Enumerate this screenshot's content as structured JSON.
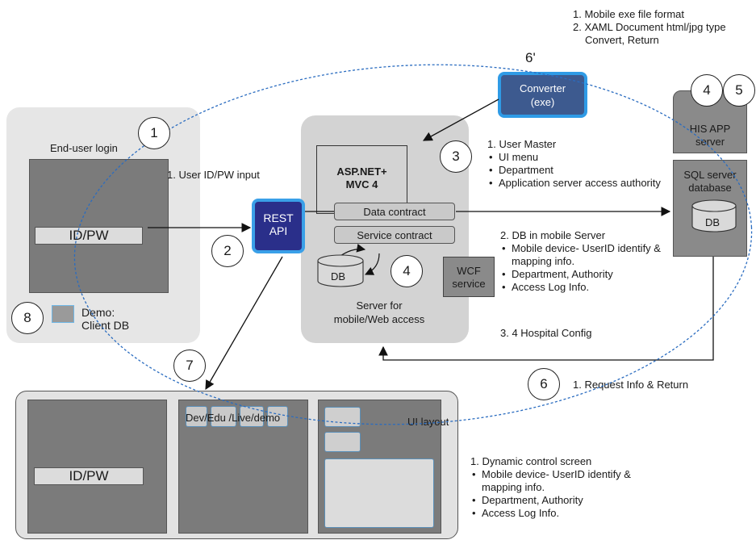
{
  "top_notes": [
    "1. Mobile exe file format",
    "2. XAML Document html/jpg type",
    "Convert, Return"
  ],
  "converter": {
    "step": "6'",
    "label_line1": "Converter",
    "label_line2": "(exe)"
  },
  "login_panel": {
    "title": "End-user login",
    "idpw": "ID/PW",
    "demo_line1": "Demo:",
    "demo_line2": "Client DB",
    "step_1": "1",
    "step_8": "8"
  },
  "rest_api": {
    "line1": "REST",
    "line2": "API",
    "step_2": "2",
    "input_note": "1. User ID/PW input"
  },
  "server": {
    "asp_line1": "ASP.NET+",
    "asp_line2": "MVC 4",
    "data_contract": "Data contract",
    "service_contract": "Service contract",
    "db": "DB",
    "step_4": "4",
    "wcf_line1": "WCF",
    "wcf_line2": "service",
    "caption_line1": "Server for",
    "caption_line2": "mobile/Web access",
    "step_3": "3"
  },
  "his": {
    "step_4": "4",
    "step_5": "5",
    "line1": "HIS APP",
    "line2": "server",
    "sql_line1": "SQL server",
    "sql_line2": "database",
    "db": "DB"
  },
  "info_list": {
    "head1": "1. User Master",
    "items1": [
      "UI menu",
      "Department",
      "Application server access authority"
    ],
    "head2": "2. DB in mobile Server",
    "items2": [
      "Mobile device- UserID identify & mapping info.",
      "Department, Authority",
      "Access Log Info."
    ],
    "head3": "3. 4 Hospital Config"
  },
  "request": {
    "step": "6",
    "label": "1. Request Info & Return"
  },
  "step_7": "7",
  "bottom": {
    "idpw": "ID/PW",
    "tabs": [
      "Dev",
      "Edu",
      "Live",
      "demo"
    ],
    "ui_layout": "UI layout",
    "head": "1. Dynamic control screen",
    "items": [
      "Mobile device- UserID identify & mapping info.",
      "Department, Authority",
      "Access Log Info."
    ]
  },
  "colors": {
    "rest_api": "#2a2f8a",
    "converter": "#3d5a8f",
    "glow": "#3aa0e8",
    "ellipse": "#2a6cc0"
  }
}
